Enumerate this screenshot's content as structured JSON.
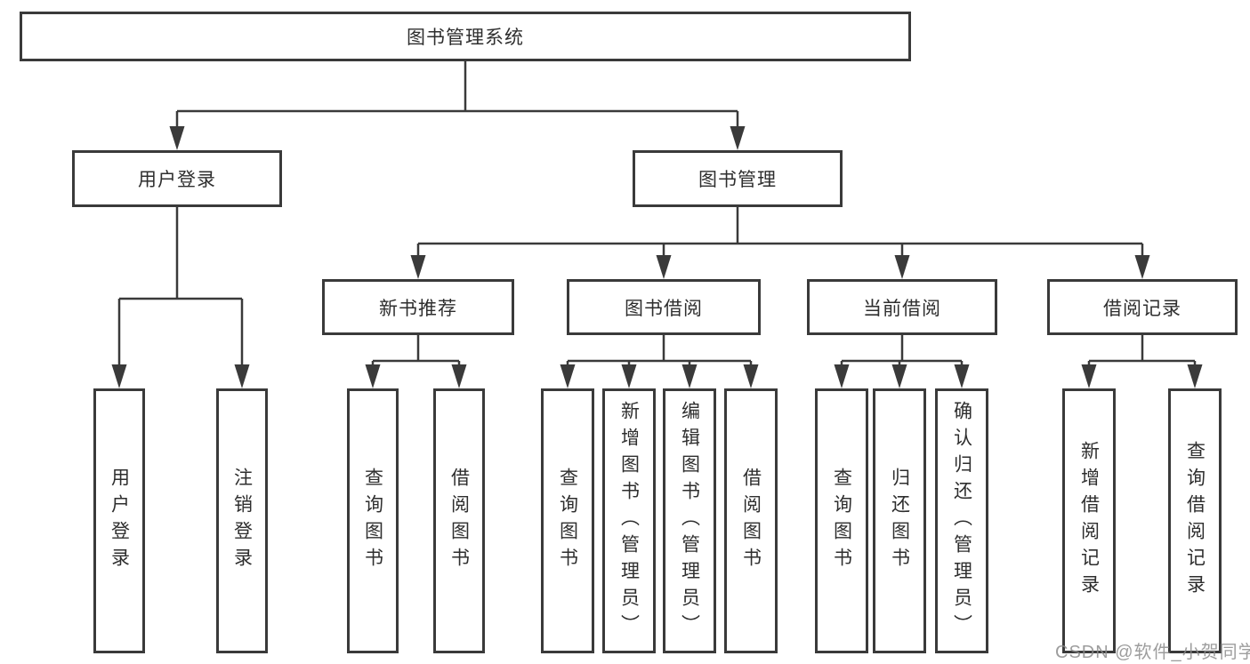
{
  "diagram": {
    "title": "图书管理系统",
    "root": {
      "label": "图书管理系统"
    },
    "level2": [
      {
        "id": "user-login",
        "label": "用户登录"
      },
      {
        "id": "book-management",
        "label": "图书管理"
      }
    ],
    "level3": [
      {
        "id": "new-book-recommend",
        "label": "新书推荐",
        "parent": "图书管理"
      },
      {
        "id": "book-borrow",
        "label": "图书借阅",
        "parent": "图书管理"
      },
      {
        "id": "current-borrow",
        "label": "当前借阅",
        "parent": "图书管理"
      },
      {
        "id": "borrow-record",
        "label": "借阅记录",
        "parent": "图书管理"
      }
    ],
    "leaves": [
      {
        "label": "用户登录",
        "parent": "用户登录"
      },
      {
        "label": "注销登录",
        "parent": "用户登录"
      },
      {
        "label": "查询图书",
        "parent": "新书推荐"
      },
      {
        "label": "借阅图书",
        "parent": "新书推荐"
      },
      {
        "label": "查询图书",
        "parent": "图书借阅"
      },
      {
        "label": "新增图书（管理员）",
        "parent": "图书借阅"
      },
      {
        "label": "编辑图书（管理员）",
        "parent": "图书借阅"
      },
      {
        "label": "借阅图书",
        "parent": "图书借阅"
      },
      {
        "label": "查询图书",
        "parent": "当前借阅"
      },
      {
        "label": "归还图书",
        "parent": "当前借阅"
      },
      {
        "label": "确认归还（管理员）",
        "parent": "当前借阅"
      },
      {
        "label": "新增借阅记录",
        "parent": "借阅记录"
      },
      {
        "label": "查询借阅记录",
        "parent": "借阅记录"
      }
    ]
  },
  "watermark": {
    "text": "CSDN @软件_小贺同学"
  },
  "colors": {
    "line": "#3a3a3a",
    "box_border": "#3a3a3a",
    "box_fill": "#ffffff",
    "text": "#2e2e2e",
    "watermark": "#8c8c8c",
    "background": "#ffffff"
  }
}
